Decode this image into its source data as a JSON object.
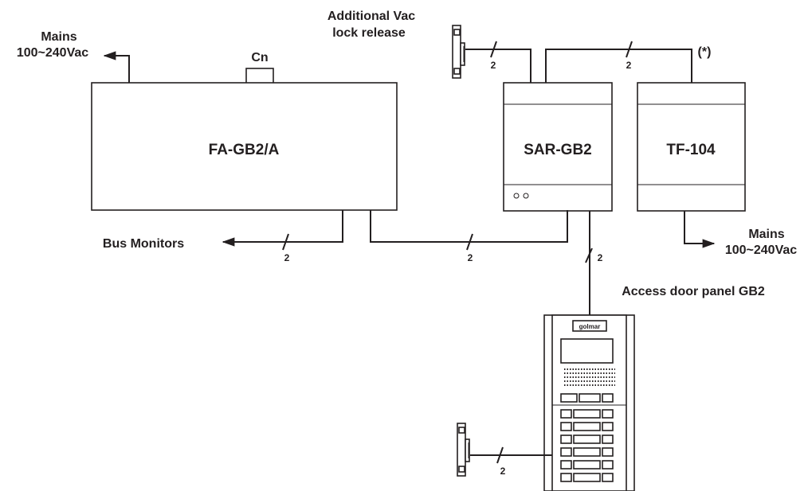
{
  "labels": {
    "mains_left_line1": "Mains",
    "mains_left_line2": "100~240Vac",
    "cn": "Cn",
    "additional_line1": "Additional Vac",
    "additional_line2": "lock release",
    "asterisk": "(*)",
    "fa_gb2": "FA-GB2/A",
    "sar_gb2": "SAR-GB2",
    "tf104": "TF-104",
    "bus_monitors": "Bus Monitors",
    "mains_right_line1": "Mains",
    "mains_right_line2": "100~240Vac",
    "access_panel": "Access door panel GB2",
    "panel_brand": "golmar"
  },
  "wires": {
    "lock_to_sar": "2",
    "sar_to_tf": "2",
    "bus_monitors": "2",
    "fa_to_sar": "2",
    "sar_to_panel": "2",
    "lock_to_panel": "2"
  },
  "colors": {
    "ink": "#231f20",
    "background": "#ffffff"
  }
}
